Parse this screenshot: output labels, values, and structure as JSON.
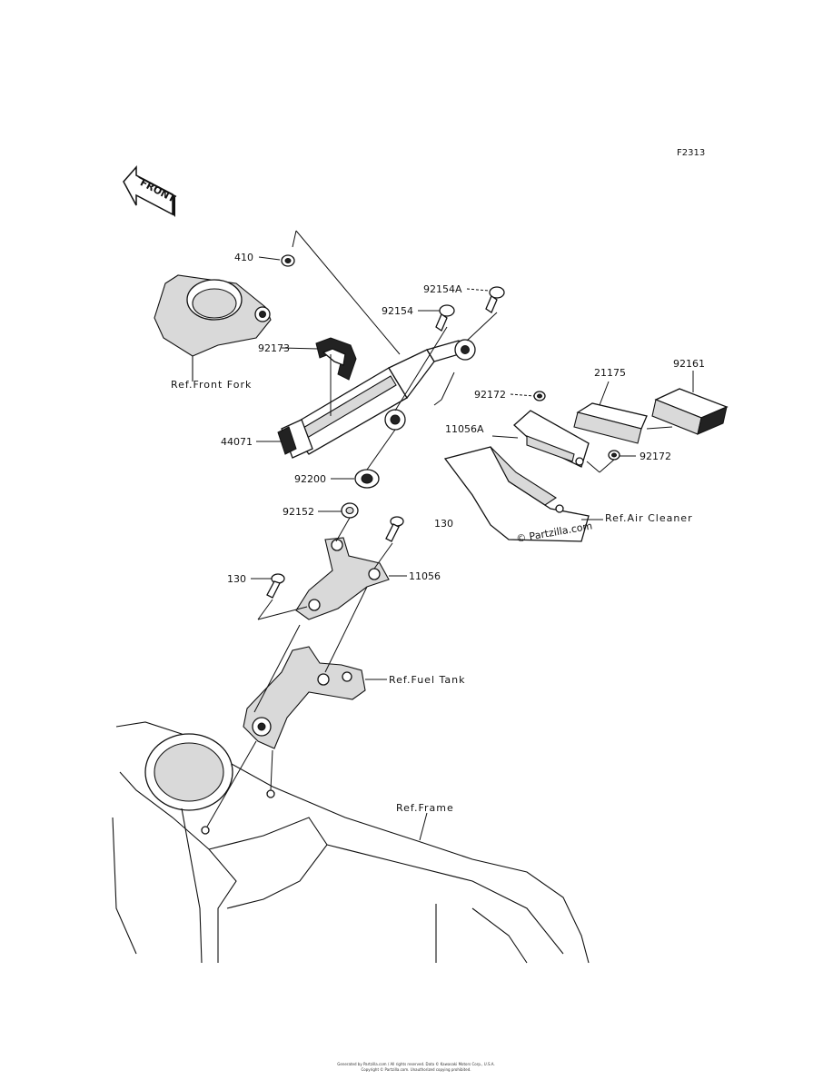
{
  "diagram_code": "F2313",
  "front_indicator": "FRONT",
  "parts": {
    "p410": "410",
    "p92173": "92173",
    "p44071": "44071",
    "p92200": "92200",
    "p92152": "92152",
    "p130_left": "130",
    "p130_right": "130",
    "p11056": "11056",
    "p92154": "92154",
    "p92154A": "92154A",
    "p92172_top": "92172",
    "p92172_right": "92172",
    "p11056A": "11056A",
    "p21175": "21175",
    "p92161": "92161"
  },
  "refs": {
    "front_fork": "Ref.Front Fork",
    "air_cleaner": "Ref.Air Cleaner",
    "fuel_tank": "Ref.Fuel Tank",
    "frame": "Ref.Frame"
  },
  "watermark": "© Partzilla.com",
  "footer": {
    "line1": "Generated by Partzilla.com / All rights reserved. Data © Kawasaki Motors Corp., U.S.A.",
    "line2": "Copyright © Partzilla.com. Unauthorized copying prohibited."
  }
}
